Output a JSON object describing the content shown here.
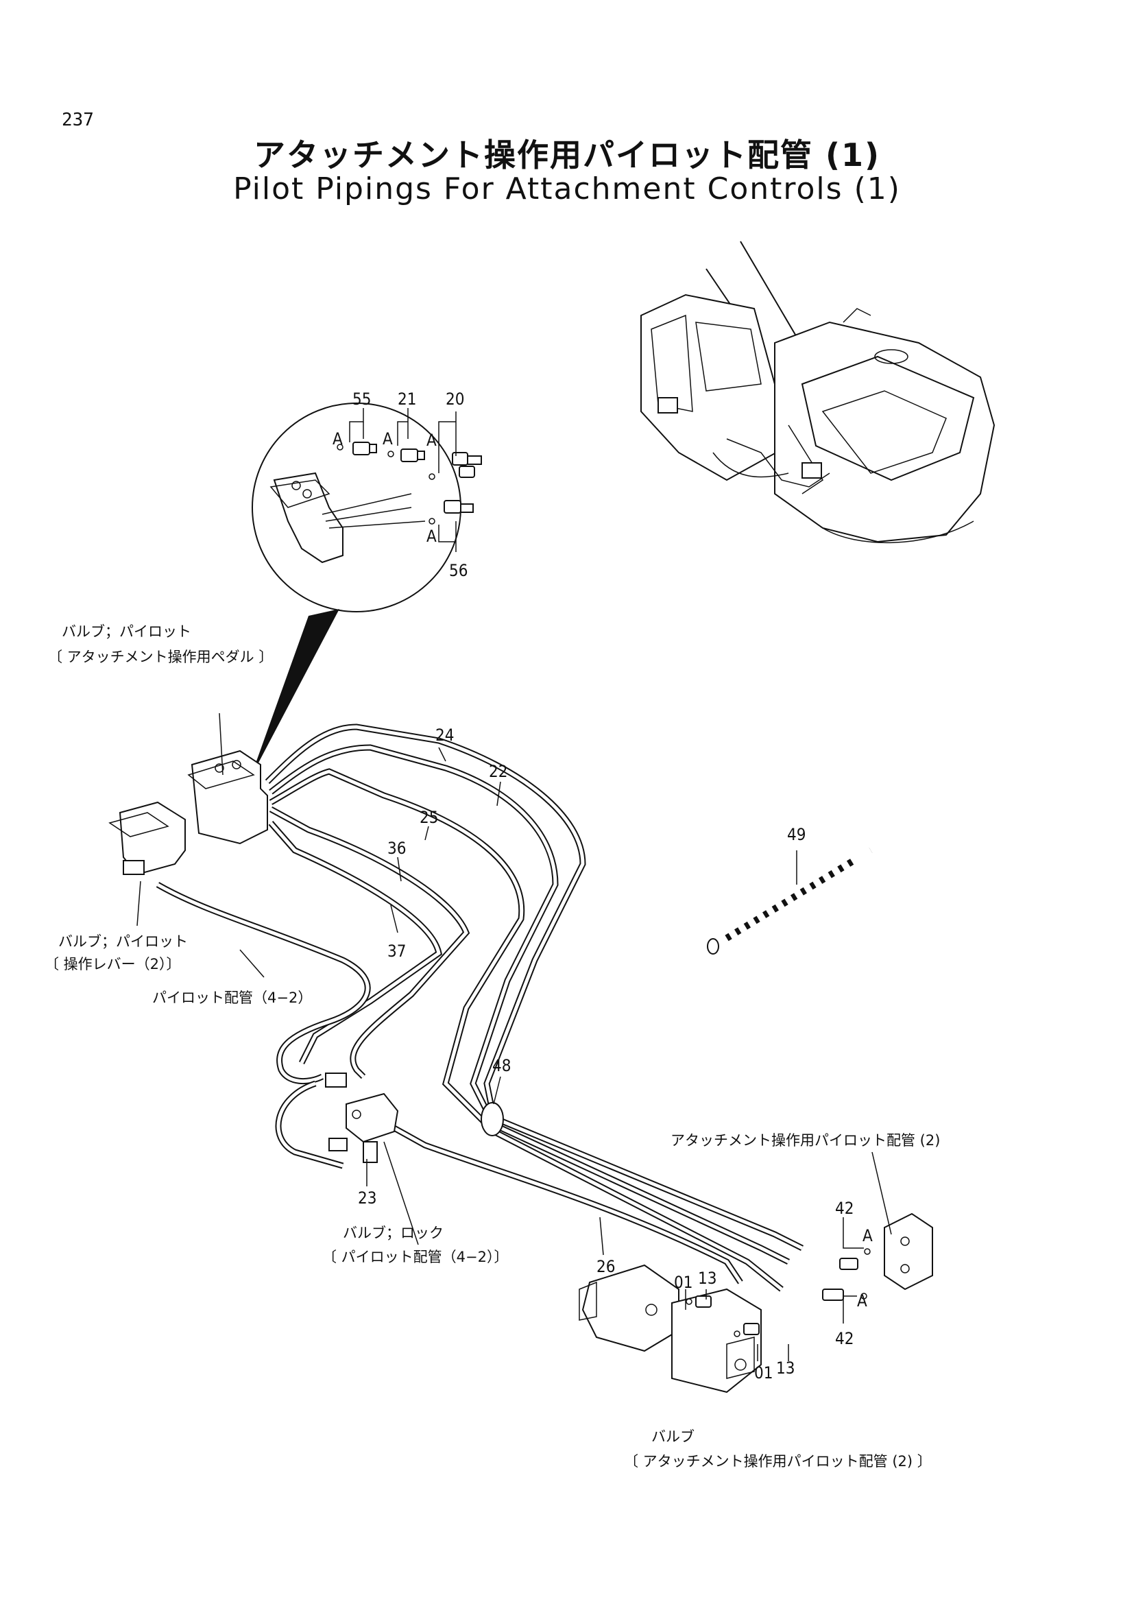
{
  "page": {
    "number": "237"
  },
  "title": {
    "jp": "アタッチメント操作用パイロット配管 (1)",
    "en": "Pilot Pipings For Attachment Controls (1)"
  },
  "labels": {
    "pilot_valve_pedal_l1": "バルブ；パイロット",
    "pilot_valve_pedal_l2": "〔 アタッチメント操作用ペダル 〕",
    "pilot_valve_lever_l1": "バルブ；パイロット",
    "pilot_valve_lever_l2": "〔 操作レバー（2）〕",
    "pilot_piping_42": "パイロット配管（4−2）",
    "lock_valve_l1": "バルブ；ロック",
    "lock_valve_l2": "〔 パイロット配管（4−2）〕",
    "attach_piping_2": "アタッチメント操作用パイロット配管 (2)",
    "valve_bottom_l1": "バルブ",
    "valve_bottom_l2": "〔 アタッチメント操作用パイロット配管 (2) 〕"
  },
  "callouts": {
    "p55": "55",
    "p21": "21",
    "p20": "20",
    "p56": "56",
    "p24": "24",
    "p22": "22",
    "p25": "25",
    "p36": "36",
    "p37": "37",
    "p49": "49",
    "p48": "48",
    "p23": "23",
    "p26": "26",
    "p42a": "42",
    "p42b": "42",
    "p01a": "01",
    "p13a": "13",
    "p01b": "01",
    "p13b": "13",
    "detail_a1": "A",
    "detail_a2": "A",
    "detail_a3": "A",
    "detail_a4": "A",
    "detail_a5": "A",
    "detail_a6": "A"
  }
}
